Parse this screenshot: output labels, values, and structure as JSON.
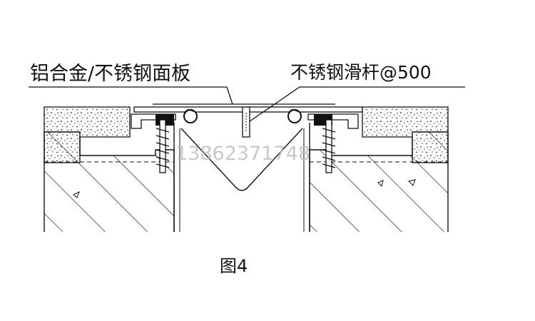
{
  "labels": {
    "panel": "铝合金/不锈钢面板",
    "rod": "不锈钢滑杆@500",
    "figure": "图4"
  },
  "watermark": "13862371748",
  "colors": {
    "line": "#111111",
    "background": "#ffffff",
    "watermark": "#bfbfbf"
  }
}
